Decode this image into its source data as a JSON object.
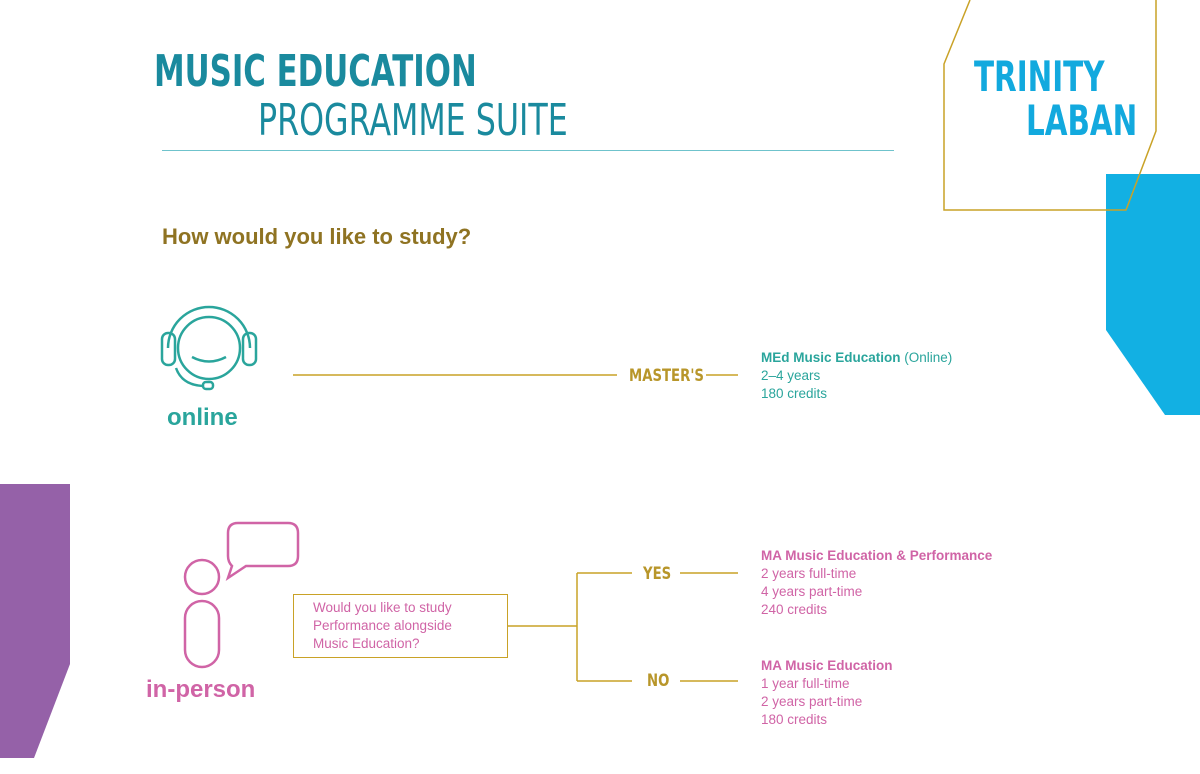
{
  "header": {
    "title_line1": "MUSIC EDUCATION",
    "title_line2": "PROGRAMME SUITE"
  },
  "logo": {
    "line1": "TRINITY",
    "line2": "LABAN"
  },
  "question": "How would you like to study?",
  "online": {
    "label": "online",
    "branch_label": "MASTER'S",
    "programme": {
      "name": "MEd Music Education",
      "suffix": " (Online)",
      "details": [
        "2–4 years",
        "180 credits"
      ]
    }
  },
  "in_person": {
    "label": "in-person",
    "question_lines": [
      "Would you like to study",
      "Performance alongside",
      "Music Education?"
    ],
    "yes": {
      "label": "YES",
      "programme": {
        "name": "MA Music Education & Performance",
        "details": [
          "2 years full-time",
          "4 years part-time",
          "240 credits"
        ]
      }
    },
    "no": {
      "label": "NO",
      "programme": {
        "name": "MA Music Education",
        "details": [
          "1 year full-time",
          "2 years part-time",
          "180 credits"
        ]
      }
    }
  },
  "colors": {
    "teal": "#2aa59c",
    "title_teal": "#1a8a9e",
    "blue": "#12a9de",
    "gold": "#c9a227",
    "pink": "#d064a6",
    "purple": "#9561a8"
  }
}
